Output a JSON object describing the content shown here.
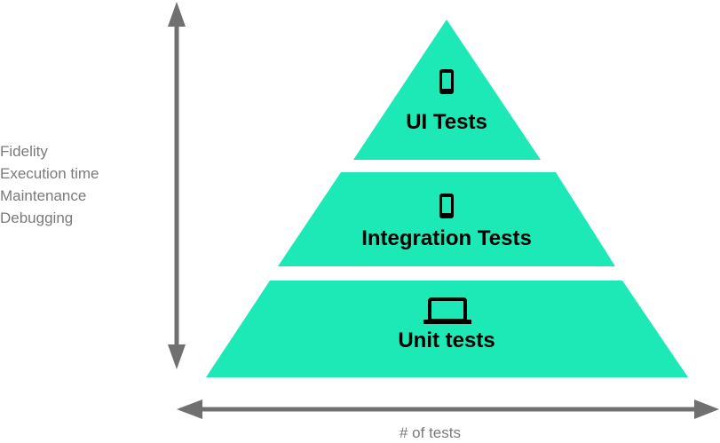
{
  "colors": {
    "tier": "#1de9b6",
    "arrow": "#707070",
    "text": "#000000",
    "side_text": "#7a7a7a"
  },
  "vertical_axis": {
    "labels": [
      "Fidelity",
      "Execution time",
      "Maintenance",
      "Debugging"
    ]
  },
  "horizontal_axis": {
    "label": "# of tests"
  },
  "tiers": [
    {
      "label": "UI Tests",
      "icon": "smartphone-icon"
    },
    {
      "label": "Integration Tests",
      "icon": "smartphone-icon"
    },
    {
      "label": "Unit tests",
      "icon": "laptop-icon"
    }
  ]
}
